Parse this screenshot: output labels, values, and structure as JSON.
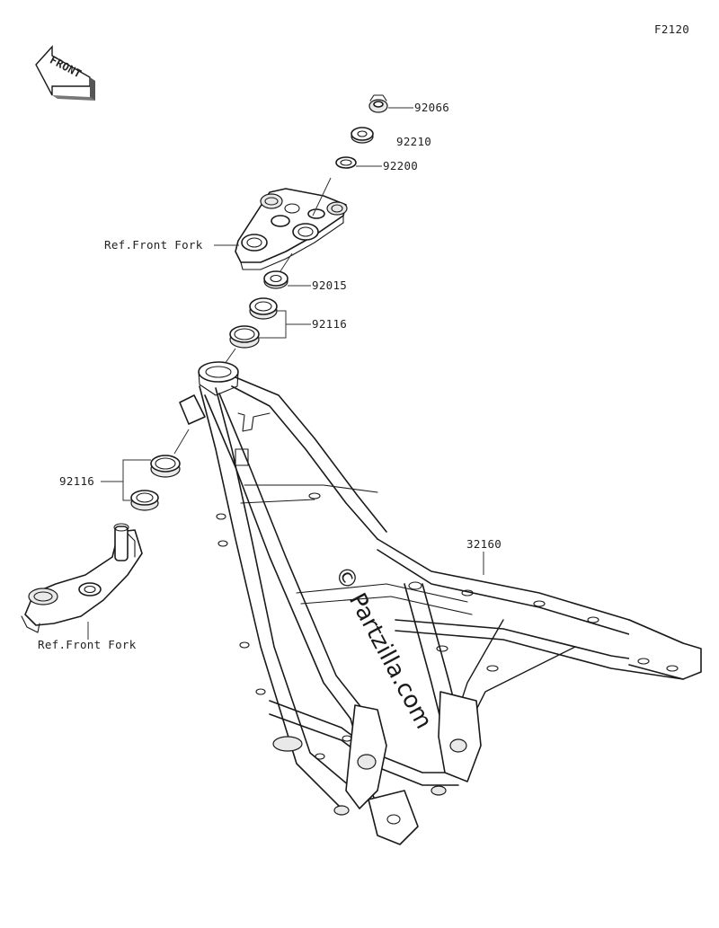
{
  "figure_code": "F2120",
  "front_badge": "FRONT",
  "watermark": "© Partzilla.com",
  "callouts": [
    {
      "id": "92066",
      "label": "92066"
    },
    {
      "id": "92210",
      "label": "92210"
    },
    {
      "id": "92200",
      "label": "92200"
    },
    {
      "id": "ref_top",
      "label": "Ref.Front Fork"
    },
    {
      "id": "92015",
      "label": "92015"
    },
    {
      "id": "92116_top",
      "label": "92116"
    },
    {
      "id": "92116_left",
      "label": "92116"
    },
    {
      "id": "ref_bottom",
      "label": "Ref.Front Fork"
    },
    {
      "id": "32160",
      "label": "32160"
    }
  ]
}
